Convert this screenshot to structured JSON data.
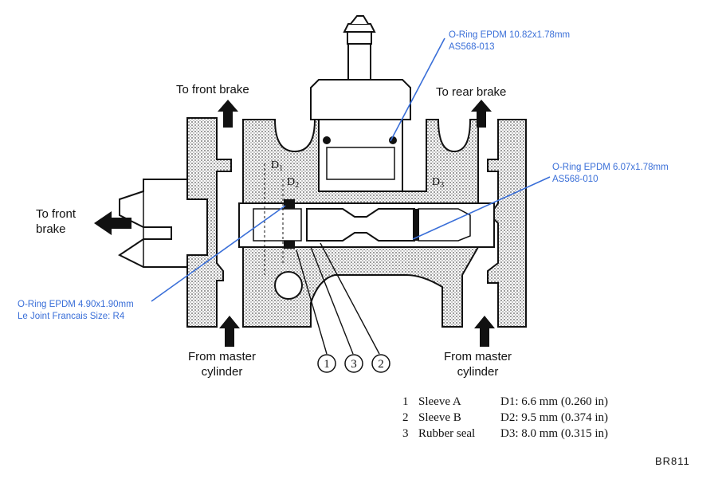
{
  "annotations": {
    "oring_top": {
      "line1": "O-Ring EPDM 10.82x1.78mm",
      "line2": "AS568-013"
    },
    "oring_right": {
      "line1": "O-Ring EPDM 6.07x1.78mm",
      "line2": "AS568-010"
    },
    "oring_left": {
      "line1": "O-Ring EPDM 4.90x1.90mm",
      "line2": "Le Joint Francais Size: R4"
    }
  },
  "flow_labels": {
    "to_front_brake_top": "To front brake",
    "to_rear_brake": "To rear brake",
    "to_front_brake_left_1": "To front",
    "to_front_brake_left_2": "brake",
    "from_master_left_1": "From master",
    "from_master_left_2": "cylinder",
    "from_master_right_1": "From master",
    "from_master_right_2": "cylinder"
  },
  "dimension_labels": {
    "d1": "D",
    "d1_sub": "1",
    "d2": "D",
    "d2_sub": "2",
    "d3": "D",
    "d3_sub": "3"
  },
  "callouts": [
    "1",
    "3",
    "2"
  ],
  "legend": [
    {
      "num": "1",
      "name": "Sleeve A",
      "dim": "D1:  6.6 mm (0.260 in)"
    },
    {
      "num": "2",
      "name": "Sleeve B",
      "dim": "D2:  9.5 mm (0.374 in)"
    },
    {
      "num": "3",
      "name": "Rubber seal",
      "dim": "D3:  8.0 mm (0.315 in)"
    }
  ],
  "figure_code": "BR811",
  "colors": {
    "annotation_blue": "#3a6fd8",
    "ink": "#111111",
    "stipple": "#888888"
  }
}
